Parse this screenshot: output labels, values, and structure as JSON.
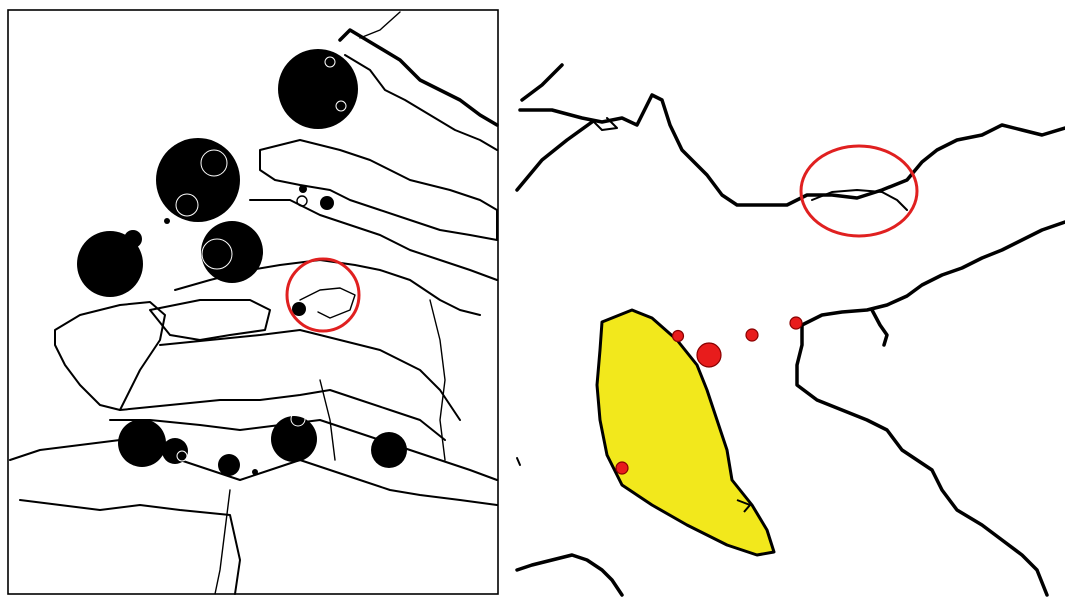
{
  "colors": {
    "background": "#ffffff",
    "coastline": "#000000",
    "highlight_circle": "#e02020",
    "site_marker": "#e81c1c",
    "bank_fill": "#f2e81c",
    "symbol_fill": "#000000"
  },
  "left_map": {
    "frame": true,
    "symbol": "filled-circle",
    "highlight": "red-circle"
  },
  "right_map": {
    "frame": false,
    "area": "yellow-filled-bank",
    "symbol": "red-dot",
    "highlight": "red-circle"
  }
}
